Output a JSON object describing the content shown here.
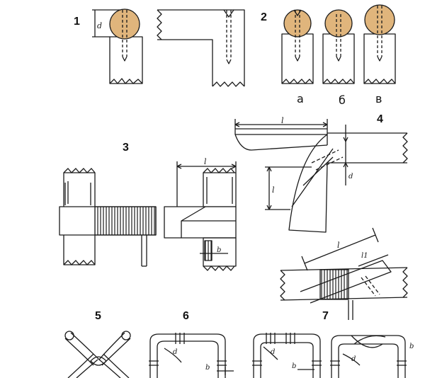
{
  "panels": [
    {
      "number": "1"
    },
    {
      "number": "2",
      "variants": [
        "а",
        "б",
        "в"
      ]
    },
    {
      "number": "3"
    },
    {
      "number": "4"
    },
    {
      "number": "5"
    },
    {
      "number": "6"
    },
    {
      "number": "7"
    }
  ],
  "dims": {
    "d": "d",
    "l": "l",
    "l1": "l1",
    "b": "b"
  },
  "colors": {
    "ball": "#e0b57c",
    "ink": "#1a1a1a"
  }
}
